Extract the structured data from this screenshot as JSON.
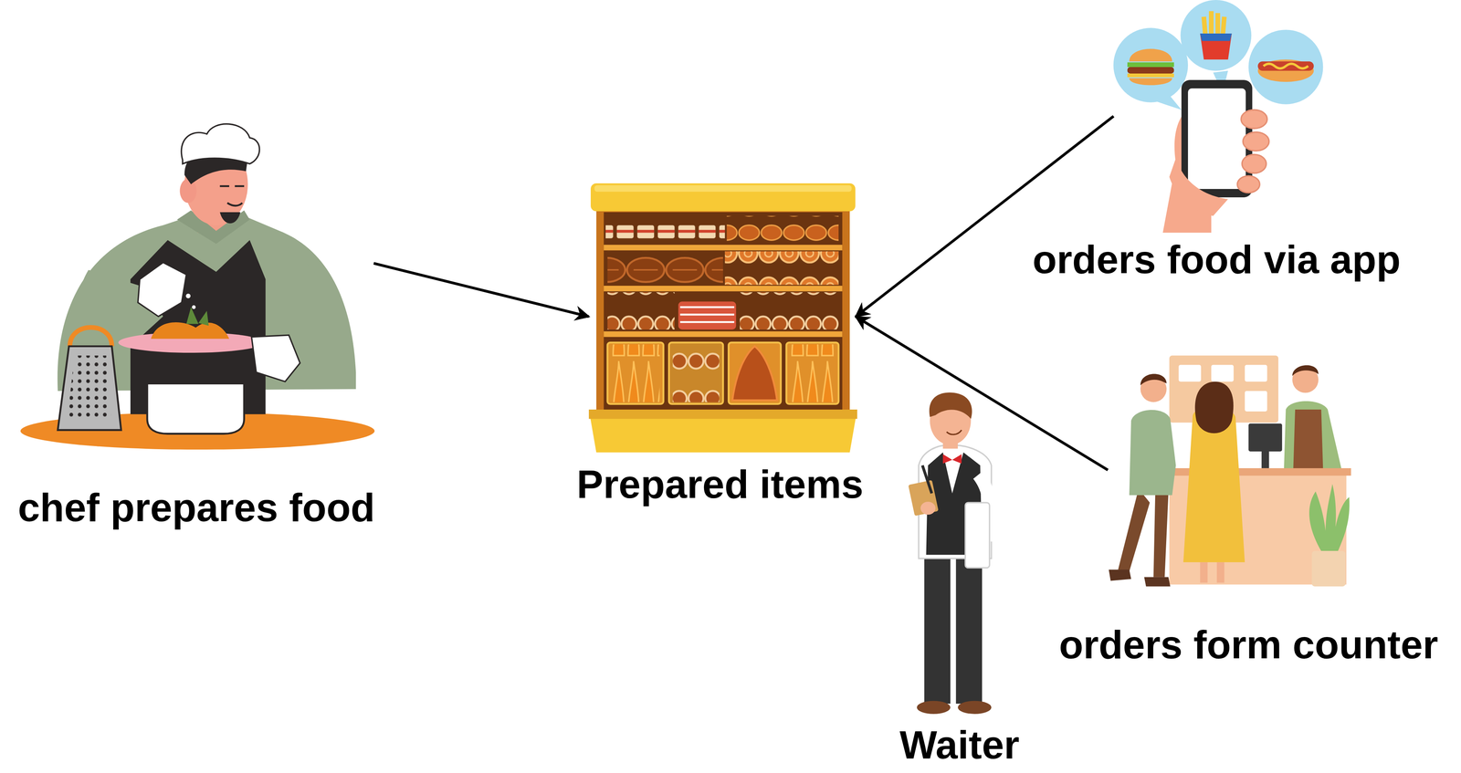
{
  "diagram": {
    "nodes": [
      {
        "text": [
          "chef prepares food"
        ]
      },
      {
        "text": [
          "Prepared items"
        ]
      },
      {
        "text": [
          "orders food via app"
        ]
      },
      {
        "text": [
          "orders form counter"
        ]
      },
      {
        "text": [
          "Waiter"
        ]
      }
    ],
    "edges": [
      {
        "from": 0,
        "to": 1,
        "arrow": "to"
      },
      {
        "from": 2,
        "to": 1,
        "arrow": "to"
      },
      {
        "from": 3,
        "to": 1,
        "arrow": "to"
      }
    ]
  }
}
